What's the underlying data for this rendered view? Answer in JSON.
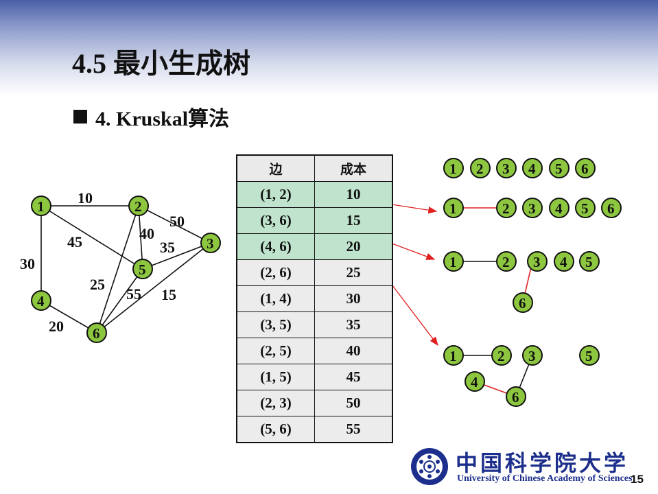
{
  "title": "4.5 最小生成树",
  "subtitle": "4. Kruskal算法",
  "table": {
    "headers": [
      "边",
      "成本"
    ],
    "rows": [
      {
        "edge": "(1, 2)",
        "cost": "10",
        "chosen": true
      },
      {
        "edge": "(3, 6)",
        "cost": "15",
        "chosen": true
      },
      {
        "edge": "(4, 6)",
        "cost": "20",
        "chosen": true
      },
      {
        "edge": "(2, 6)",
        "cost": "25",
        "chosen": false
      },
      {
        "edge": "(1, 4)",
        "cost": "30",
        "chosen": false
      },
      {
        "edge": "(3, 5)",
        "cost": "35",
        "chosen": false
      },
      {
        "edge": "(2, 5)",
        "cost": "40",
        "chosen": false
      },
      {
        "edge": "(1, 5)",
        "cost": "45",
        "chosen": false
      },
      {
        "edge": "(2, 3)",
        "cost": "50",
        "chosen": false
      },
      {
        "edge": "(5, 6)",
        "cost": "55",
        "chosen": false
      }
    ]
  },
  "graph": {
    "nodes": [
      "1",
      "2",
      "3",
      "4",
      "5",
      "6"
    ],
    "edges": [
      {
        "from": "1",
        "to": "2",
        "weight": "10"
      },
      {
        "from": "3",
        "to": "6",
        "weight": "15"
      },
      {
        "from": "4",
        "to": "6",
        "weight": "20"
      },
      {
        "from": "2",
        "to": "6",
        "weight": "25"
      },
      {
        "from": "1",
        "to": "4",
        "weight": "30"
      },
      {
        "from": "3",
        "to": "5",
        "weight": "35"
      },
      {
        "from": "2",
        "to": "5",
        "weight": "40"
      },
      {
        "from": "1",
        "to": "5",
        "weight": "45"
      },
      {
        "from": "2",
        "to": "3",
        "weight": "50"
      },
      {
        "from": "5",
        "to": "6",
        "weight": "55"
      }
    ]
  },
  "steps": [
    {
      "nodes": [
        "1",
        "2",
        "3",
        "4",
        "5",
        "6"
      ],
      "edges": []
    },
    {
      "nodes": [
        "1",
        "2",
        "3",
        "4",
        "5",
        "6"
      ],
      "edges": [
        [
          "1",
          "2"
        ]
      ]
    },
    {
      "nodes": [
        "1",
        "2",
        "3",
        "4",
        "5",
        "6"
      ],
      "edges": [
        [
          "1",
          "2"
        ],
        [
          "3",
          "6"
        ]
      ]
    },
    {
      "nodes": [
        "1",
        "2",
        "3",
        "4",
        "5",
        "6"
      ],
      "edges": [
        [
          "1",
          "2"
        ],
        [
          "3",
          "6"
        ],
        [
          "4",
          "6"
        ]
      ]
    }
  ],
  "colors": {
    "node_fill": "#8dc63f",
    "highlight": "#bfe3cc",
    "arrow": "#e02020",
    "brand": "#1c2f8c"
  },
  "logo": {
    "cn": "中国科学院大学",
    "en": "University of Chinese Academy of Sciences",
    "emblem": "ucas-emblem-icon"
  },
  "page_number": "15"
}
